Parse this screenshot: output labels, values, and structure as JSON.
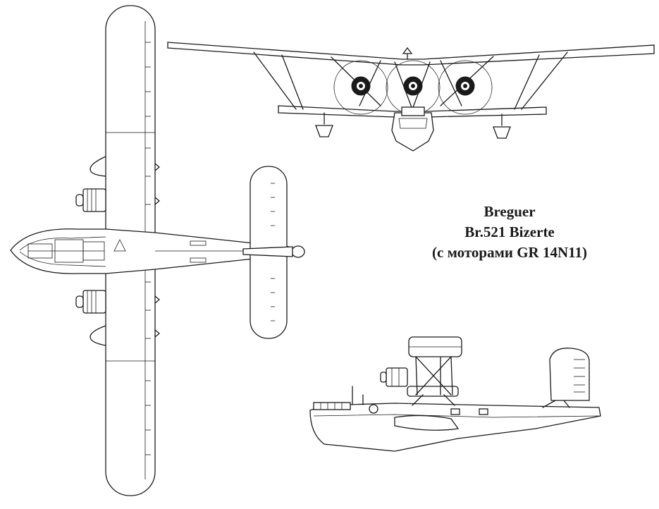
{
  "caption": {
    "line1": "Breguer",
    "line2": "Br.521 Bizerte",
    "line3": "(с моторами GR 14N11)"
  }
}
